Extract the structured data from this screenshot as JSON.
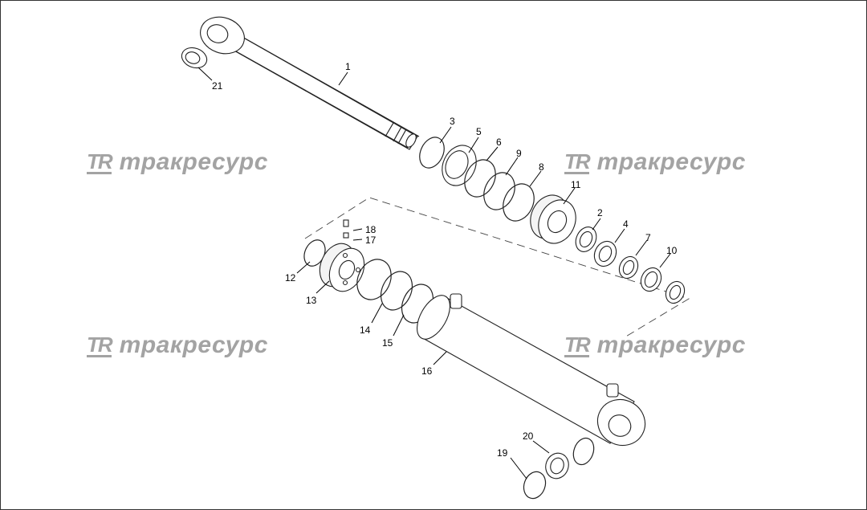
{
  "watermark": {
    "logo": "TR",
    "text": "тракресурс"
  },
  "colors": {
    "line": "#222222",
    "watermark": "#a3a3a3",
    "background": "#ffffff"
  },
  "callouts": [
    {
      "id": "1",
      "label": "1"
    },
    {
      "id": "2",
      "label": "2"
    },
    {
      "id": "3",
      "label": "3"
    },
    {
      "id": "4",
      "label": "4"
    },
    {
      "id": "5",
      "label": "5"
    },
    {
      "id": "6",
      "label": "6"
    },
    {
      "id": "7",
      "label": "7"
    },
    {
      "id": "8",
      "label": "8"
    },
    {
      "id": "9",
      "label": "9"
    },
    {
      "id": "10",
      "label": "10"
    },
    {
      "id": "11",
      "label": "11"
    },
    {
      "id": "12",
      "label": "12"
    },
    {
      "id": "13",
      "label": "13"
    },
    {
      "id": "14",
      "label": "14"
    },
    {
      "id": "15",
      "label": "15"
    },
    {
      "id": "16",
      "label": "16"
    },
    {
      "id": "17",
      "label": "17"
    },
    {
      "id": "18",
      "label": "18"
    },
    {
      "id": "19",
      "label": "19"
    },
    {
      "id": "20",
      "label": "20"
    },
    {
      "id": "21",
      "label": "21"
    }
  ]
}
